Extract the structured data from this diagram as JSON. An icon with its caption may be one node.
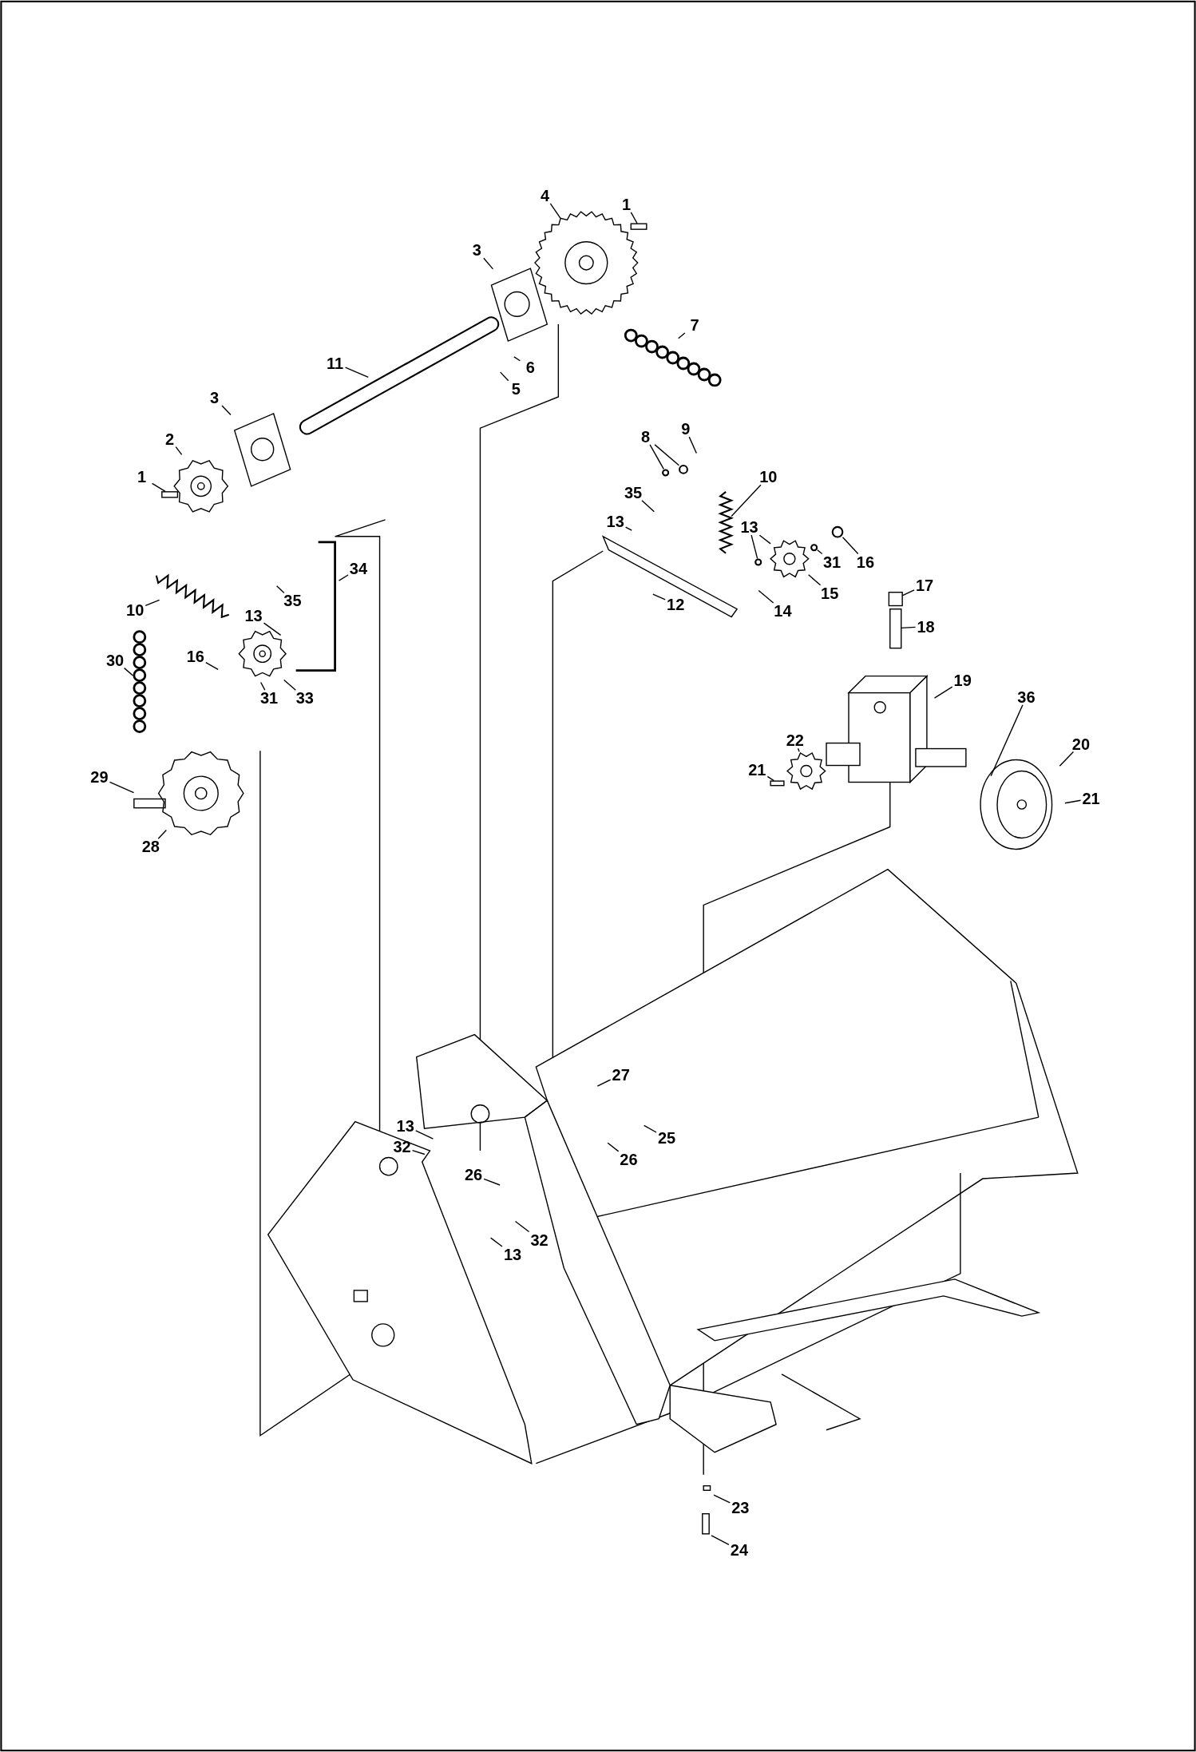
{
  "diagram": {
    "nodes": [
      {
        "text": [
          "4"
        ]
      },
      {
        "text": [
          "1"
        ]
      },
      {
        "text": [
          "3"
        ]
      },
      {
        "text": [
          "7"
        ]
      },
      {
        "text": [
          "11"
        ]
      },
      {
        "text": [
          "6"
        ]
      },
      {
        "text": [
          "5"
        ]
      },
      {
        "text": [
          "3"
        ]
      },
      {
        "text": [
          "2"
        ]
      },
      {
        "text": [
          "1"
        ]
      },
      {
        "text": [
          "8"
        ]
      },
      {
        "text": [
          "9"
        ]
      },
      {
        "text": [
          "10"
        ]
      },
      {
        "text": [
          "35"
        ]
      },
      {
        "text": [
          "13"
        ]
      },
      {
        "text": [
          "13"
        ]
      },
      {
        "text": [
          "31"
        ]
      },
      {
        "text": [
          "16"
        ]
      },
      {
        "text": [
          "12"
        ]
      },
      {
        "text": [
          "14"
        ]
      },
      {
        "text": [
          "15"
        ]
      },
      {
        "text": [
          "34"
        ]
      },
      {
        "text": [
          "35"
        ]
      },
      {
        "text": [
          "10"
        ]
      },
      {
        "text": [
          "13"
        ]
      },
      {
        "text": [
          "30"
        ]
      },
      {
        "text": [
          "16"
        ]
      },
      {
        "text": [
          "31"
        ]
      },
      {
        "text": [
          "33"
        ]
      },
      {
        "text": [
          "17"
        ]
      },
      {
        "text": [
          "18"
        ]
      },
      {
        "text": [
          "19"
        ]
      },
      {
        "text": [
          "36"
        ]
      },
      {
        "text": [
          "20"
        ]
      },
      {
        "text": [
          "22"
        ]
      },
      {
        "text": [
          "21"
        ]
      },
      {
        "text": [
          "21"
        ]
      },
      {
        "text": [
          "29"
        ]
      },
      {
        "text": [
          "28"
        ]
      },
      {
        "text": [
          "27"
        ]
      },
      {
        "text": [
          "25"
        ]
      },
      {
        "text": [
          "26"
        ]
      },
      {
        "text": [
          "13"
        ]
      },
      {
        "text": [
          "32"
        ]
      },
      {
        "text": [
          "26"
        ]
      },
      {
        "text": [
          "32"
        ]
      },
      {
        "text": [
          "13"
        ]
      },
      {
        "text": [
          "23"
        ]
      },
      {
        "text": [
          "24"
        ]
      },
      {
        "text": [],
        "shape": "box"
      },
      {
        "text": [],
        "shape": "box"
      },
      {
        "text": [],
        "shape": "circle"
      },
      {
        "text": [],
        "shape": "picture"
      },
      {
        "text": [],
        "shape": "picture"
      },
      {
        "text": [],
        "shape": "circle"
      },
      {
        "text": [],
        "shape": "circle"
      },
      {
        "text": [],
        "shape": "picture"
      },
      {
        "text": [],
        "shape": "box"
      },
      {
        "text": [],
        "shape": "box"
      },
      {
        "text": [],
        "shape": "box"
      },
      {
        "text": [],
        "shape": "circle"
      },
      {
        "text": [],
        "shape": "circle"
      },
      {
        "text": [],
        "shape": "picture"
      }
    ],
    "edges": [
      {
        "from": 0,
        "to": null,
        "arrow": "none"
      },
      {
        "from": 1,
        "to": 49,
        "arrow": "none"
      },
      {
        "from": 2,
        "to": null,
        "arrow": "none"
      },
      {
        "from": 3,
        "to": null,
        "arrow": "none"
      },
      {
        "from": 4,
        "to": null,
        "arrow": "none"
      },
      {
        "from": 5,
        "to": null,
        "arrow": "none"
      },
      {
        "from": 6,
        "to": null,
        "arrow": "none"
      },
      {
        "from": 7,
        "to": null,
        "arrow": "none"
      },
      {
        "from": 8,
        "to": null,
        "arrow": "none"
      },
      {
        "from": 9,
        "to": 50,
        "arrow": "none"
      },
      {
        "from": 10,
        "to": 60,
        "arrow": "none"
      },
      {
        "from": 10,
        "to": 51,
        "arrow": "none"
      },
      {
        "from": 11,
        "to": null,
        "arrow": "none"
      },
      {
        "from": 12,
        "to": 52,
        "arrow": "none"
      },
      {
        "from": 13,
        "to": null,
        "arrow": "none"
      },
      {
        "from": 14,
        "to": null,
        "arrow": "none"
      },
      {
        "from": 15,
        "to": 61,
        "arrow": "none"
      },
      {
        "from": 15,
        "to": 53,
        "arrow": "none"
      },
      {
        "from": 16,
        "to": 54,
        "arrow": "none"
      },
      {
        "from": 17,
        "to": 55,
        "arrow": "none"
      },
      {
        "from": 18,
        "to": null,
        "arrow": "none"
      },
      {
        "from": 19,
        "to": null,
        "arrow": "none"
      },
      {
        "from": 20,
        "to": 53,
        "arrow": "none"
      },
      {
        "from": 21,
        "to": null,
        "arrow": "none"
      },
      {
        "from": 22,
        "to": null,
        "arrow": "none"
      },
      {
        "from": 23,
        "to": null,
        "arrow": "none"
      },
      {
        "from": 24,
        "to": null,
        "arrow": "none"
      },
      {
        "from": 25,
        "to": 56,
        "arrow": "none"
      },
      {
        "from": 26,
        "to": null,
        "arrow": "none"
      },
      {
        "from": 27,
        "to": null,
        "arrow": "none"
      },
      {
        "from": 28,
        "to": null,
        "arrow": "none"
      },
      {
        "from": 29,
        "to": 57,
        "arrow": "none"
      },
      {
        "from": 30,
        "to": 58,
        "arrow": "none"
      },
      {
        "from": 31,
        "to": null,
        "arrow": "none"
      },
      {
        "from": 32,
        "to": null,
        "arrow": "none"
      },
      {
        "from": 33,
        "to": null,
        "arrow": "none"
      },
      {
        "from": 34,
        "to": 62,
        "arrow": "none"
      },
      {
        "from": 35,
        "to": 59,
        "arrow": "none"
      },
      {
        "from": 36,
        "to": null,
        "arrow": "none"
      },
      {
        "from": 37,
        "to": null,
        "arrow": "none"
      },
      {
        "from": 38,
        "to": null,
        "arrow": "none"
      },
      {
        "from": 39,
        "to": null,
        "arrow": "none"
      },
      {
        "from": 40,
        "to": null,
        "arrow": "none"
      },
      {
        "from": 41,
        "to": null,
        "arrow": "none"
      },
      {
        "from": 42,
        "to": null,
        "arrow": "none"
      },
      {
        "from": 43,
        "to": null,
        "arrow": "none"
      },
      {
        "from": 44,
        "to": null,
        "arrow": "none"
      },
      {
        "from": 45,
        "to": null,
        "arrow": "none"
      },
      {
        "from": 46,
        "to": null,
        "arrow": "none"
      },
      {
        "from": 47,
        "to": null,
        "arrow": "none"
      },
      {
        "from": 48,
        "to": null,
        "arrow": "none"
      }
    ]
  }
}
